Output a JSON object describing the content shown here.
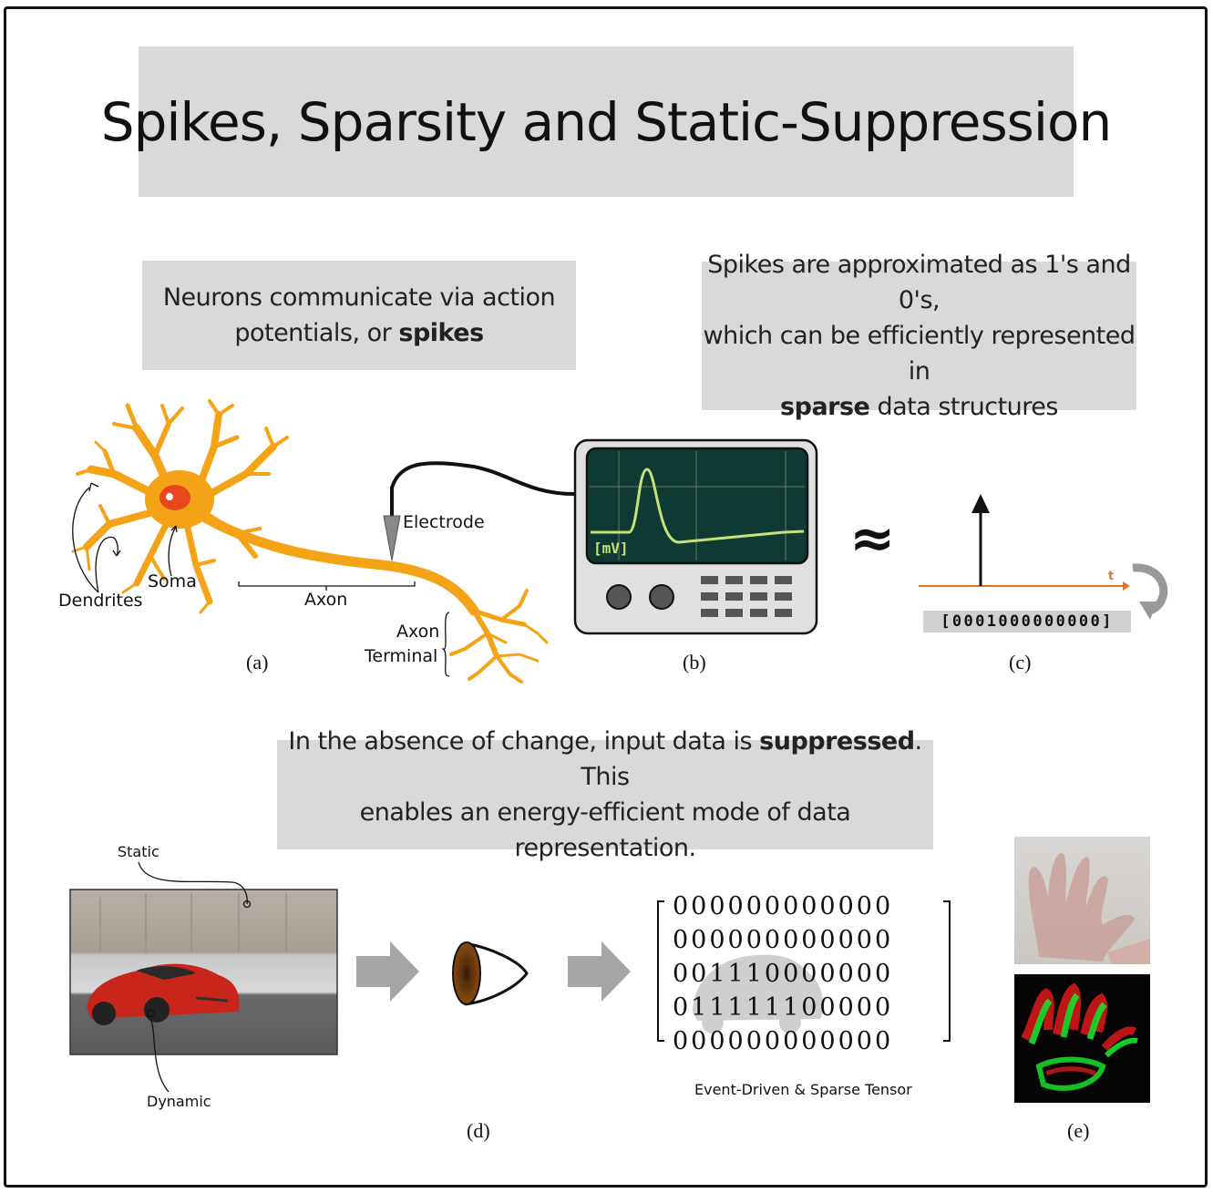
{
  "title": "Spikes, Sparsity and Static-Suppression",
  "callout_a": {
    "line1": "Neurons communicate via action",
    "line2_pre": "potentials, or ",
    "line2_bold": "spikes"
  },
  "callout_c": {
    "line1": "Spikes are approximated as 1's and 0's,",
    "line2": "which can be efficiently represented in",
    "line3_bold": "sparse",
    "line3_post": " data structures"
  },
  "callout_d": {
    "line1_pre": "In the absence of change, input data is ",
    "line1_bold": "suppressed",
    "line1_post": ". This",
    "line2": "enables an energy-efficient mode of data representation."
  },
  "neuron_labels": {
    "dendrites": "Dendrites",
    "soma": "Soma",
    "axon": "Axon",
    "electrode": "Electrode",
    "axon_terminal_1": "Axon",
    "axon_terminal_2": "Terminal"
  },
  "scope": {
    "unit_label": "[mV]"
  },
  "approx_symbol": "≈",
  "spike_plot": {
    "time_label": "t",
    "bit_vector": "[0001000000000]"
  },
  "car_labels": {
    "static": "Static",
    "dynamic": "Dynamic"
  },
  "matrix_rows": [
    "000000000000",
    "000000000000",
    "001110000000",
    "011111100000",
    "000000000000"
  ],
  "matrix_caption": "Event-Driven & Sparse Tensor",
  "captions": {
    "a": "(a)",
    "b": "(b)",
    "c": "(c)",
    "d": "(d)",
    "e": "(e)"
  },
  "colors": {
    "panel_gray": "#d9d9d9",
    "neuron_orange": "#f5a316",
    "nucleus_red": "#e8471b",
    "scope_screen": "#0f3a34",
    "scope_trace": "#c7e07a",
    "axis_orange": "#e37222",
    "event_green": "#19e02b",
    "event_red": "#d01818"
  }
}
